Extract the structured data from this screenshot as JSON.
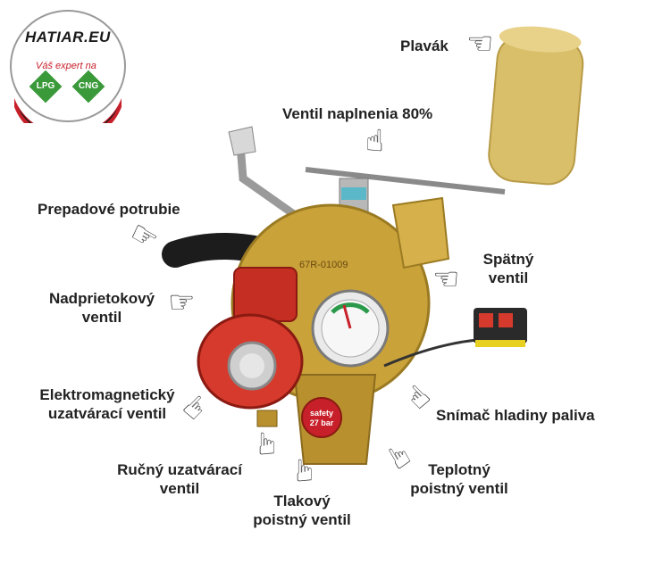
{
  "logo": {
    "brand": "HATIAR.EU",
    "tagline": "Váš expert na",
    "badge_left": "LPG",
    "badge_right": "CNG"
  },
  "labels": {
    "plavak": "Plavák",
    "ventil_naplnenia": "Ventil naplnenia 80%",
    "prepadove": "Prepadové potrubie",
    "spatny_l1": "Spätný",
    "spatny_l2": "ventil",
    "nadprietokovy_l1": "Nadprietokový",
    "nadprietokovy_l2": "ventil",
    "elektro_l1": "Elektromagnetický",
    "elektro_l2": "uzatvárací ventil",
    "snimac": "Snímač hladiny paliva",
    "rucny_l1": "Ručný uzatvárací",
    "rucny_l2": "ventil",
    "tlakovy_l1": "Tlakový",
    "tlakovy_l2": "poistný ventil",
    "teplotny_l1": "Teplotný",
    "teplotny_l2": "poistný ventil"
  },
  "device_text": {
    "safety_l1": "safety",
    "safety_l2": "27 bar",
    "part_no": "67R-01009"
  },
  "colors": {
    "brass": "#c9a23a",
    "red_solenoid": "#d63a2c",
    "float": "#d9bf6a",
    "label_text": "#222222"
  }
}
